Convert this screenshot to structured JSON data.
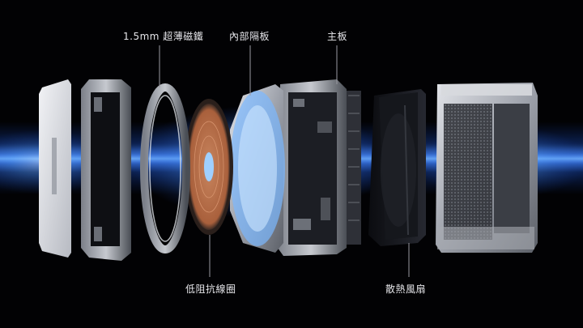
{
  "labels": {
    "magnet": "1.5mm 超薄磁鐵",
    "divider": "內部隔板",
    "board": "主板",
    "coil": "低阻抗線圈",
    "fan": "散熱風扇"
  },
  "colors": {
    "background": "#020204",
    "light_beam": "#2f7bff",
    "label_text": "#e6e6ea",
    "leader_line": "#9a9aa2",
    "aluminum": "#b9bcc4",
    "copper_coil": "#c57a4e"
  },
  "icons": {
    "light_beam": "glow-beam-graphic",
    "components": [
      "front-cover-plate-graphic",
      "inner-frame-graphic",
      "magnet-ring-graphic",
      "coil-graphic",
      "internal-divider-graphic",
      "mainboard-graphic",
      "heatsink-fins-graphic",
      "fan-graphic",
      "rear-housing-graphic"
    ]
  }
}
